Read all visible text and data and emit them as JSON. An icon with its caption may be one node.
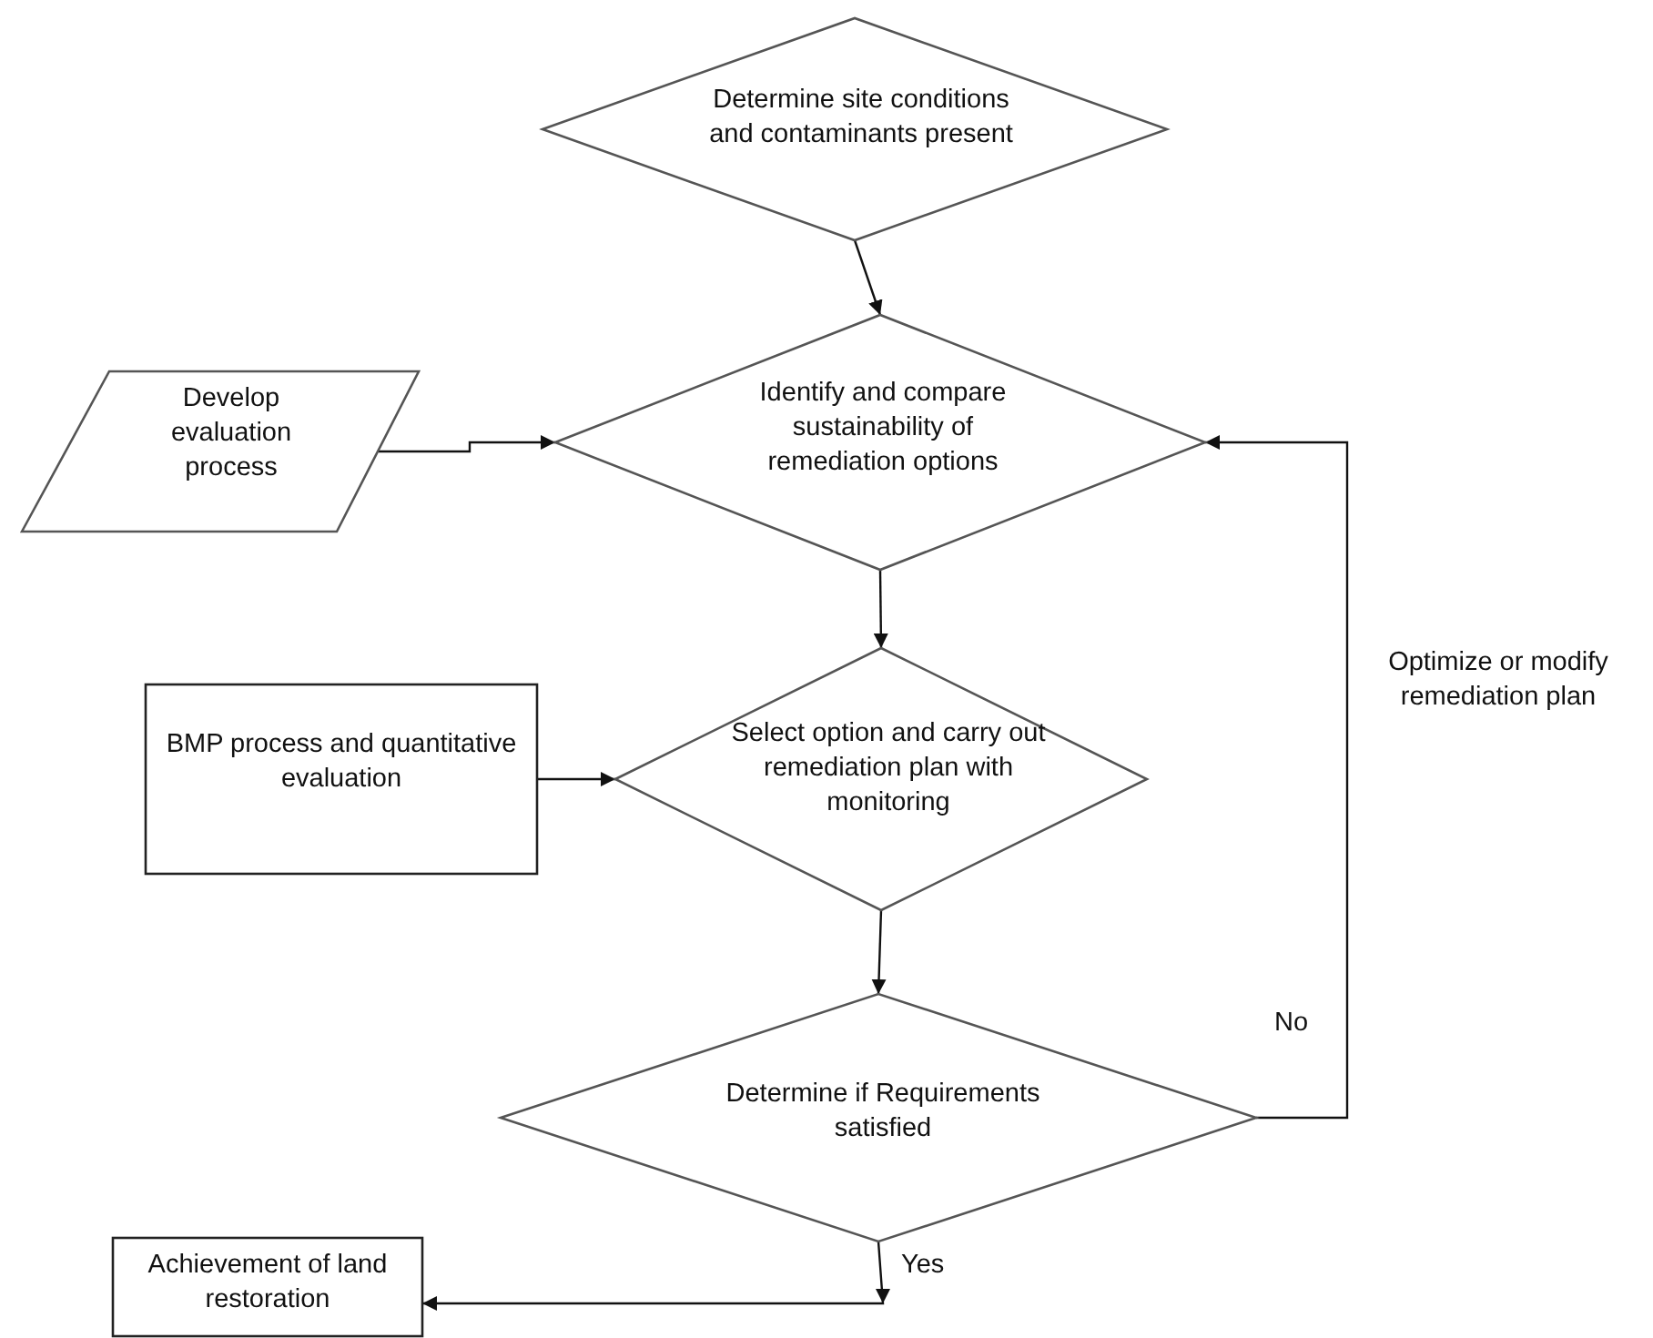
{
  "diagram": {
    "nodes": [
      {
        "text": [
          "Determine site conditions and contaminants present"
        ]
      },
      {
        "text": [
          "Develop evaluation process"
        ]
      },
      {
        "text": [
          "Identify and compare sustainability of remediation options"
        ]
      },
      {
        "text": [
          "BMP process and quantitative evaluation"
        ]
      },
      {
        "text": [
          "Select option and carry out remediation plan with monitoring"
        ]
      },
      {
        "text": [
          "Determine if Requirements satisfied"
        ]
      },
      {
        "text": [
          "Achievement of land restoration"
        ]
      }
    ],
    "edges": [
      {
        "from": 0,
        "to": 2,
        "arrow": "to"
      },
      {
        "from": 1,
        "to": 2,
        "arrow": "to"
      },
      {
        "from": 2,
        "to": 4,
        "arrow": "to"
      },
      {
        "from": 3,
        "to": 4,
        "arrow": "to"
      },
      {
        "from": 4,
        "to": 5,
        "arrow": "to"
      },
      {
        "from": 5,
        "to": 2,
        "arrow": "to",
        "label": "No"
      },
      {
        "from": 5,
        "to": 6,
        "arrow": "to",
        "label": "Yes"
      }
    ],
    "labels": [
      "Optimize or modify remediation plan"
    ]
  }
}
